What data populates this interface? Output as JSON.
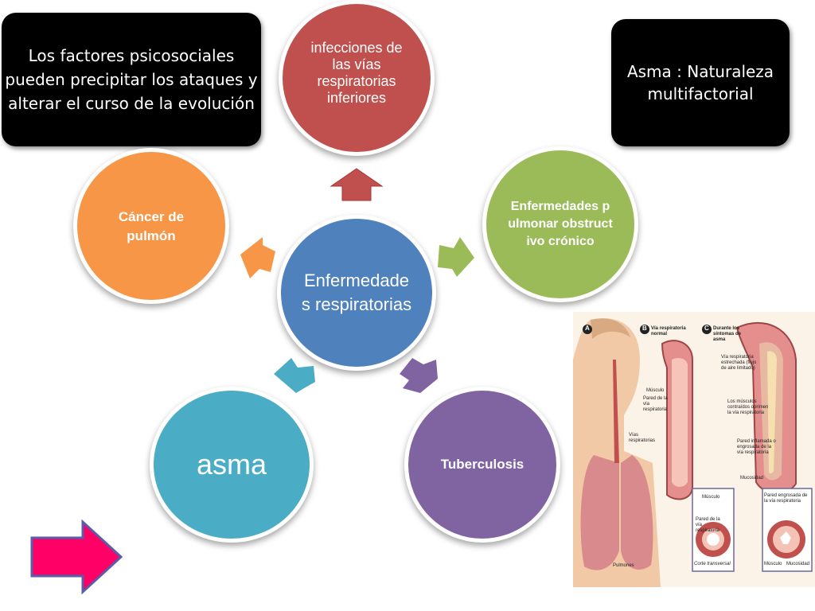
{
  "box_left": {
    "text": "Los factores psicosociales pueden precipitar  los ataques y alterar el curso de la evolución"
  },
  "box_right": {
    "text": "Asma : Naturaleza multifactorial"
  },
  "center": {
    "label": "Enfermedades respiratorias"
  },
  "nodes": {
    "infecciones": "infecciones de las vías respiratorias inferiores",
    "cancer": "Cáncer de pulmón",
    "epoc": "Enfermedades pulmonar obstructivo crónico",
    "asma": "asma",
    "tuberculosis": "Tuberculosis"
  },
  "illustration": {
    "panels": [
      "A",
      "B",
      "C"
    ],
    "labels": {
      "b_title": "Vía respiratoria normal",
      "c_title": "Durante los síntomas de asma",
      "musculo": "Músculo",
      "pared": "Pared de la vía respiratoria",
      "vias": "Vías respiratorias",
      "estrechada": "Vía respiratoria estrechada (flujo de aire limitado)",
      "contraidos": "Los músculos contraídos oprimen la vía respiratoria",
      "inflamada": "Pared inflamada o engrosada de la vía respiratoria",
      "mucosidad": "Mucosidad",
      "engrosada": "Pared engrosada de la vía respiratoria",
      "musculo_box": "Músculo",
      "pared_box": "Pared de la vía respiratoria",
      "corte": "Corte transversal",
      "pulmones": "Pulmones",
      "musculo2": "Músculo",
      "mucosidad2": "Mucosidad"
    }
  },
  "colors": {
    "infecciones": "#c0504d",
    "cancer": "#f79646",
    "epoc": "#9bbb59",
    "center": "#4f81bd",
    "asma": "#4bacc6",
    "tuberculosis": "#8064a2",
    "nav_arrow": "#ff0066",
    "nav_arrow_border": "#5b5ba8"
  },
  "icons": {
    "nav": "right-arrow-icon"
  }
}
